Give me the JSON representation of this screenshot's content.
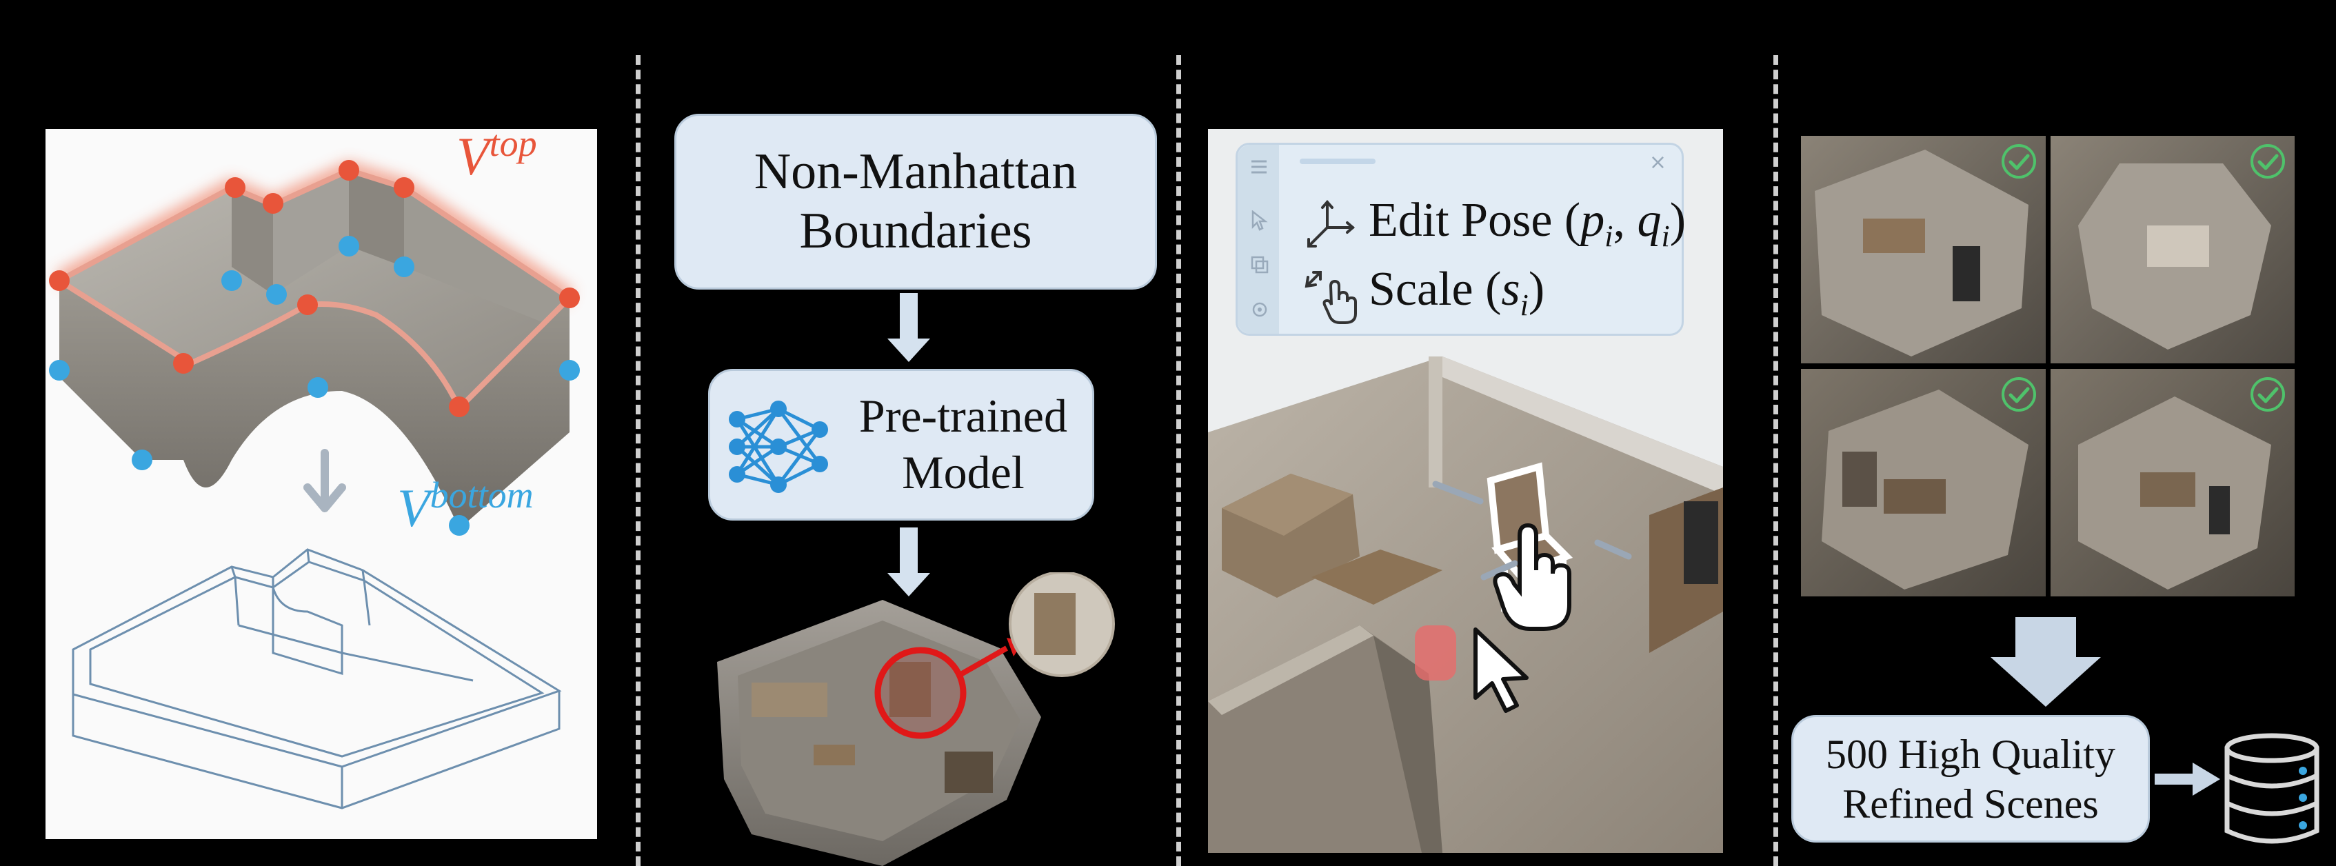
{
  "panel1": {
    "v_top_base": "V",
    "v_top_sup": "top",
    "v_bottom_base": "V",
    "v_bottom_sup": "bottom",
    "colors": {
      "top_vertex": "#e8553a",
      "bottom_vertex": "#3aa6e0",
      "wire": "#6d8fae"
    }
  },
  "panel2": {
    "boundary_box": {
      "line1": "Non-Manhattan",
      "line2": "Boundaries"
    },
    "model_box": {
      "line1": "Pre-trained",
      "line2": "Model"
    },
    "icon": "neural-network-icon"
  },
  "panel3": {
    "edit_pose": {
      "label": "Edit Pose (",
      "p": "p",
      "p_sub": "i",
      "sep": ", ",
      "q": "q",
      "q_sub": "i",
      "close": ")"
    },
    "scale": {
      "label": "Scale (",
      "s": "s",
      "s_sub": "i",
      "close": ")"
    },
    "icons": [
      "axes-icon",
      "scale-hand-icon",
      "close-icon",
      "menu-icon",
      "pointer-icon",
      "cursor-icon",
      "hand-pointer-icon"
    ]
  },
  "panel4": {
    "result_box": {
      "line1": "500 High Quality",
      "line2": "Refined Scenes"
    },
    "icons": [
      "check-circle-icon",
      "database-icon"
    ],
    "colors": {
      "check": "#4fc26b",
      "arrow": "#c8d6e5"
    }
  }
}
